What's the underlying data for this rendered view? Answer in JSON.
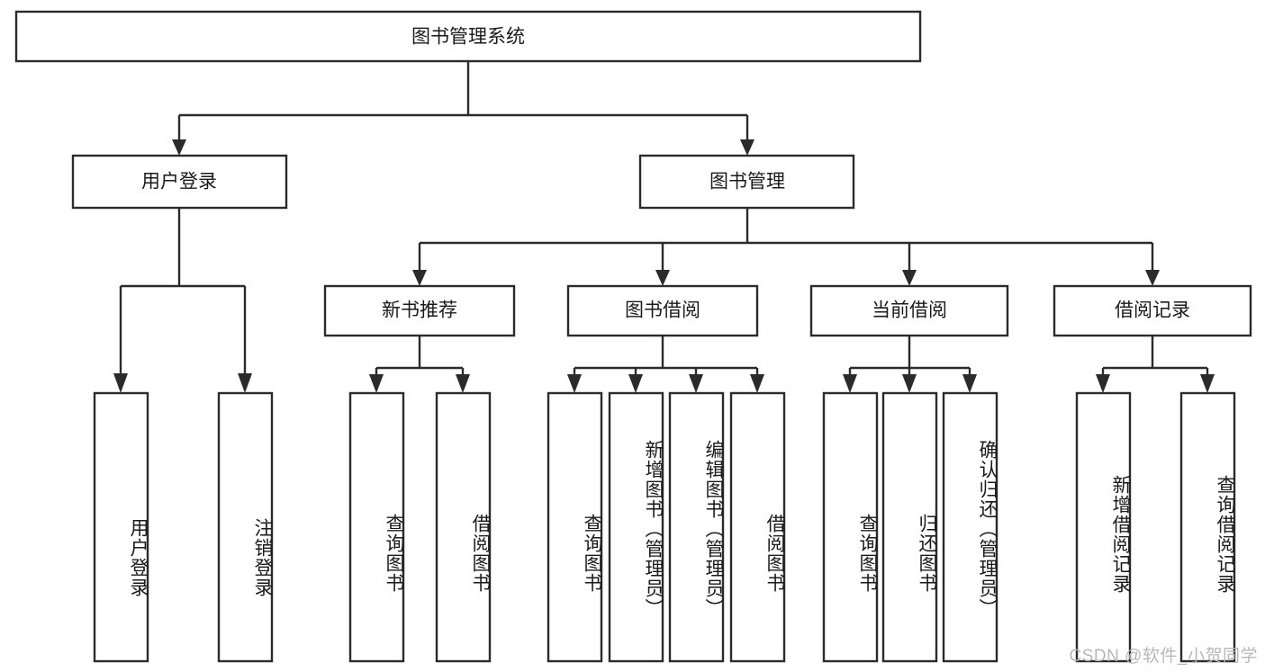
{
  "diagram": {
    "title": "图书管理系统",
    "type": "tree-hierarchy-chart",
    "orientation": "top-down",
    "colors": {
      "box_stroke": "#2b2b2b",
      "box_fill": "#ffffff",
      "connector": "#2b2b2b",
      "text": "#1a1a1a",
      "background": "#ffffff",
      "watermark": "#b8b8b8"
    },
    "root": {
      "label": "图书管理系统"
    },
    "level2": [
      {
        "id": "user-login",
        "label": "用户登录"
      },
      {
        "id": "book-management",
        "label": "图书管理"
      }
    ],
    "level3": [
      {
        "id": "new-book-recommend",
        "label": "新书推荐"
      },
      {
        "id": "book-borrow",
        "label": "图书借阅"
      },
      {
        "id": "current-borrow",
        "label": "当前借阅"
      },
      {
        "id": "borrow-record",
        "label": "借阅记录"
      }
    ],
    "leaves": {
      "user_login": [
        {
          "id": "leaf-user-login",
          "label": "用户登录"
        },
        {
          "id": "leaf-user-logout",
          "label": "注销登录"
        }
      ],
      "new_book_recommend": [
        {
          "id": "leaf-query-book-1",
          "label": "查询图书"
        },
        {
          "id": "leaf-borrow-book-1",
          "label": "借阅图书"
        }
      ],
      "book_borrow": [
        {
          "id": "leaf-query-book-2",
          "label": "查询图书"
        },
        {
          "id": "leaf-add-book",
          "label": "新增图书（管理员）"
        },
        {
          "id": "leaf-edit-book",
          "label": "编辑图书（管理员）"
        },
        {
          "id": "leaf-borrow-book-2",
          "label": "借阅图书"
        }
      ],
      "current_borrow": [
        {
          "id": "leaf-query-book-3",
          "label": "查询图书"
        },
        {
          "id": "leaf-return-book",
          "label": "归还图书"
        },
        {
          "id": "leaf-confirm-return",
          "label": "确认归还（管理员）"
        }
      ],
      "borrow_record": [
        {
          "id": "leaf-add-record",
          "label": "新增借阅记录"
        },
        {
          "id": "leaf-query-record",
          "label": "查询借阅记录"
        }
      ]
    },
    "watermark": "CSDN @软件_小贺同学"
  }
}
